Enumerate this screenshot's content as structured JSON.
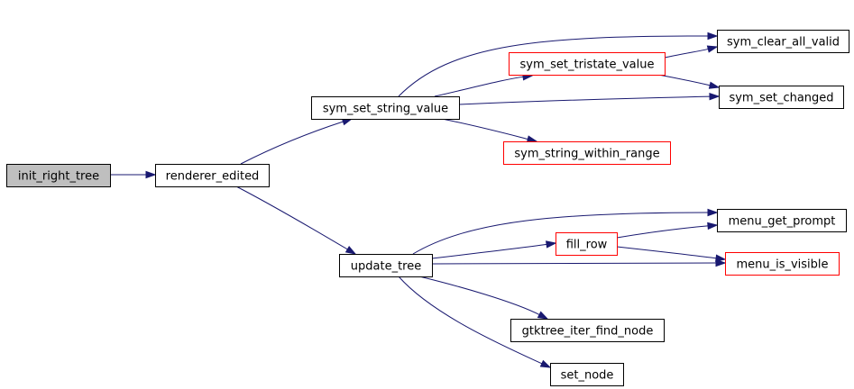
{
  "colors": {
    "root_fill": "#bfbfbf",
    "node_fill": "#ffffff",
    "normal_border": "#000000",
    "red_border": "#ff0000",
    "edge": "#191970"
  },
  "nodes": [
    {
      "id": "init_right_tree",
      "label": "init_right_tree",
      "style": "root"
    },
    {
      "id": "renderer_edited",
      "label": "renderer_edited",
      "style": "normal"
    },
    {
      "id": "sym_set_string_value",
      "label": "sym_set_string_value",
      "style": "normal"
    },
    {
      "id": "update_tree",
      "label": "update_tree",
      "style": "normal"
    },
    {
      "id": "sym_set_tristate_value",
      "label": "sym_set_tristate_value",
      "style": "red"
    },
    {
      "id": "sym_string_within_range",
      "label": "sym_string_within_range",
      "style": "red"
    },
    {
      "id": "sym_clear_all_valid",
      "label": "sym_clear_all_valid",
      "style": "normal"
    },
    {
      "id": "sym_set_changed",
      "label": "sym_set_changed",
      "style": "normal"
    },
    {
      "id": "fill_row",
      "label": "fill_row",
      "style": "red"
    },
    {
      "id": "menu_get_prompt",
      "label": "menu_get_prompt",
      "style": "normal"
    },
    {
      "id": "menu_is_visible",
      "label": "menu_is_visible",
      "style": "red"
    },
    {
      "id": "gtktree_iter_find_node",
      "label": "gtktree_iter_find_node",
      "style": "normal"
    },
    {
      "id": "set_node",
      "label": "set_node",
      "style": "normal"
    }
  ],
  "edges": [
    {
      "from": "init_right_tree",
      "to": "renderer_edited"
    },
    {
      "from": "renderer_edited",
      "to": "sym_set_string_value"
    },
    {
      "from": "renderer_edited",
      "to": "update_tree"
    },
    {
      "from": "sym_set_string_value",
      "to": "sym_clear_all_valid"
    },
    {
      "from": "sym_set_string_value",
      "to": "sym_set_tristate_value"
    },
    {
      "from": "sym_set_string_value",
      "to": "sym_set_changed"
    },
    {
      "from": "sym_set_string_value",
      "to": "sym_string_within_range"
    },
    {
      "from": "sym_set_tristate_value",
      "to": "sym_clear_all_valid"
    },
    {
      "from": "sym_set_tristate_value",
      "to": "sym_set_changed"
    },
    {
      "from": "update_tree",
      "to": "menu_get_prompt"
    },
    {
      "from": "update_tree",
      "to": "fill_row"
    },
    {
      "from": "update_tree",
      "to": "menu_is_visible"
    },
    {
      "from": "update_tree",
      "to": "gtktree_iter_find_node"
    },
    {
      "from": "update_tree",
      "to": "set_node"
    },
    {
      "from": "fill_row",
      "to": "menu_get_prompt"
    },
    {
      "from": "fill_row",
      "to": "menu_is_visible"
    }
  ]
}
